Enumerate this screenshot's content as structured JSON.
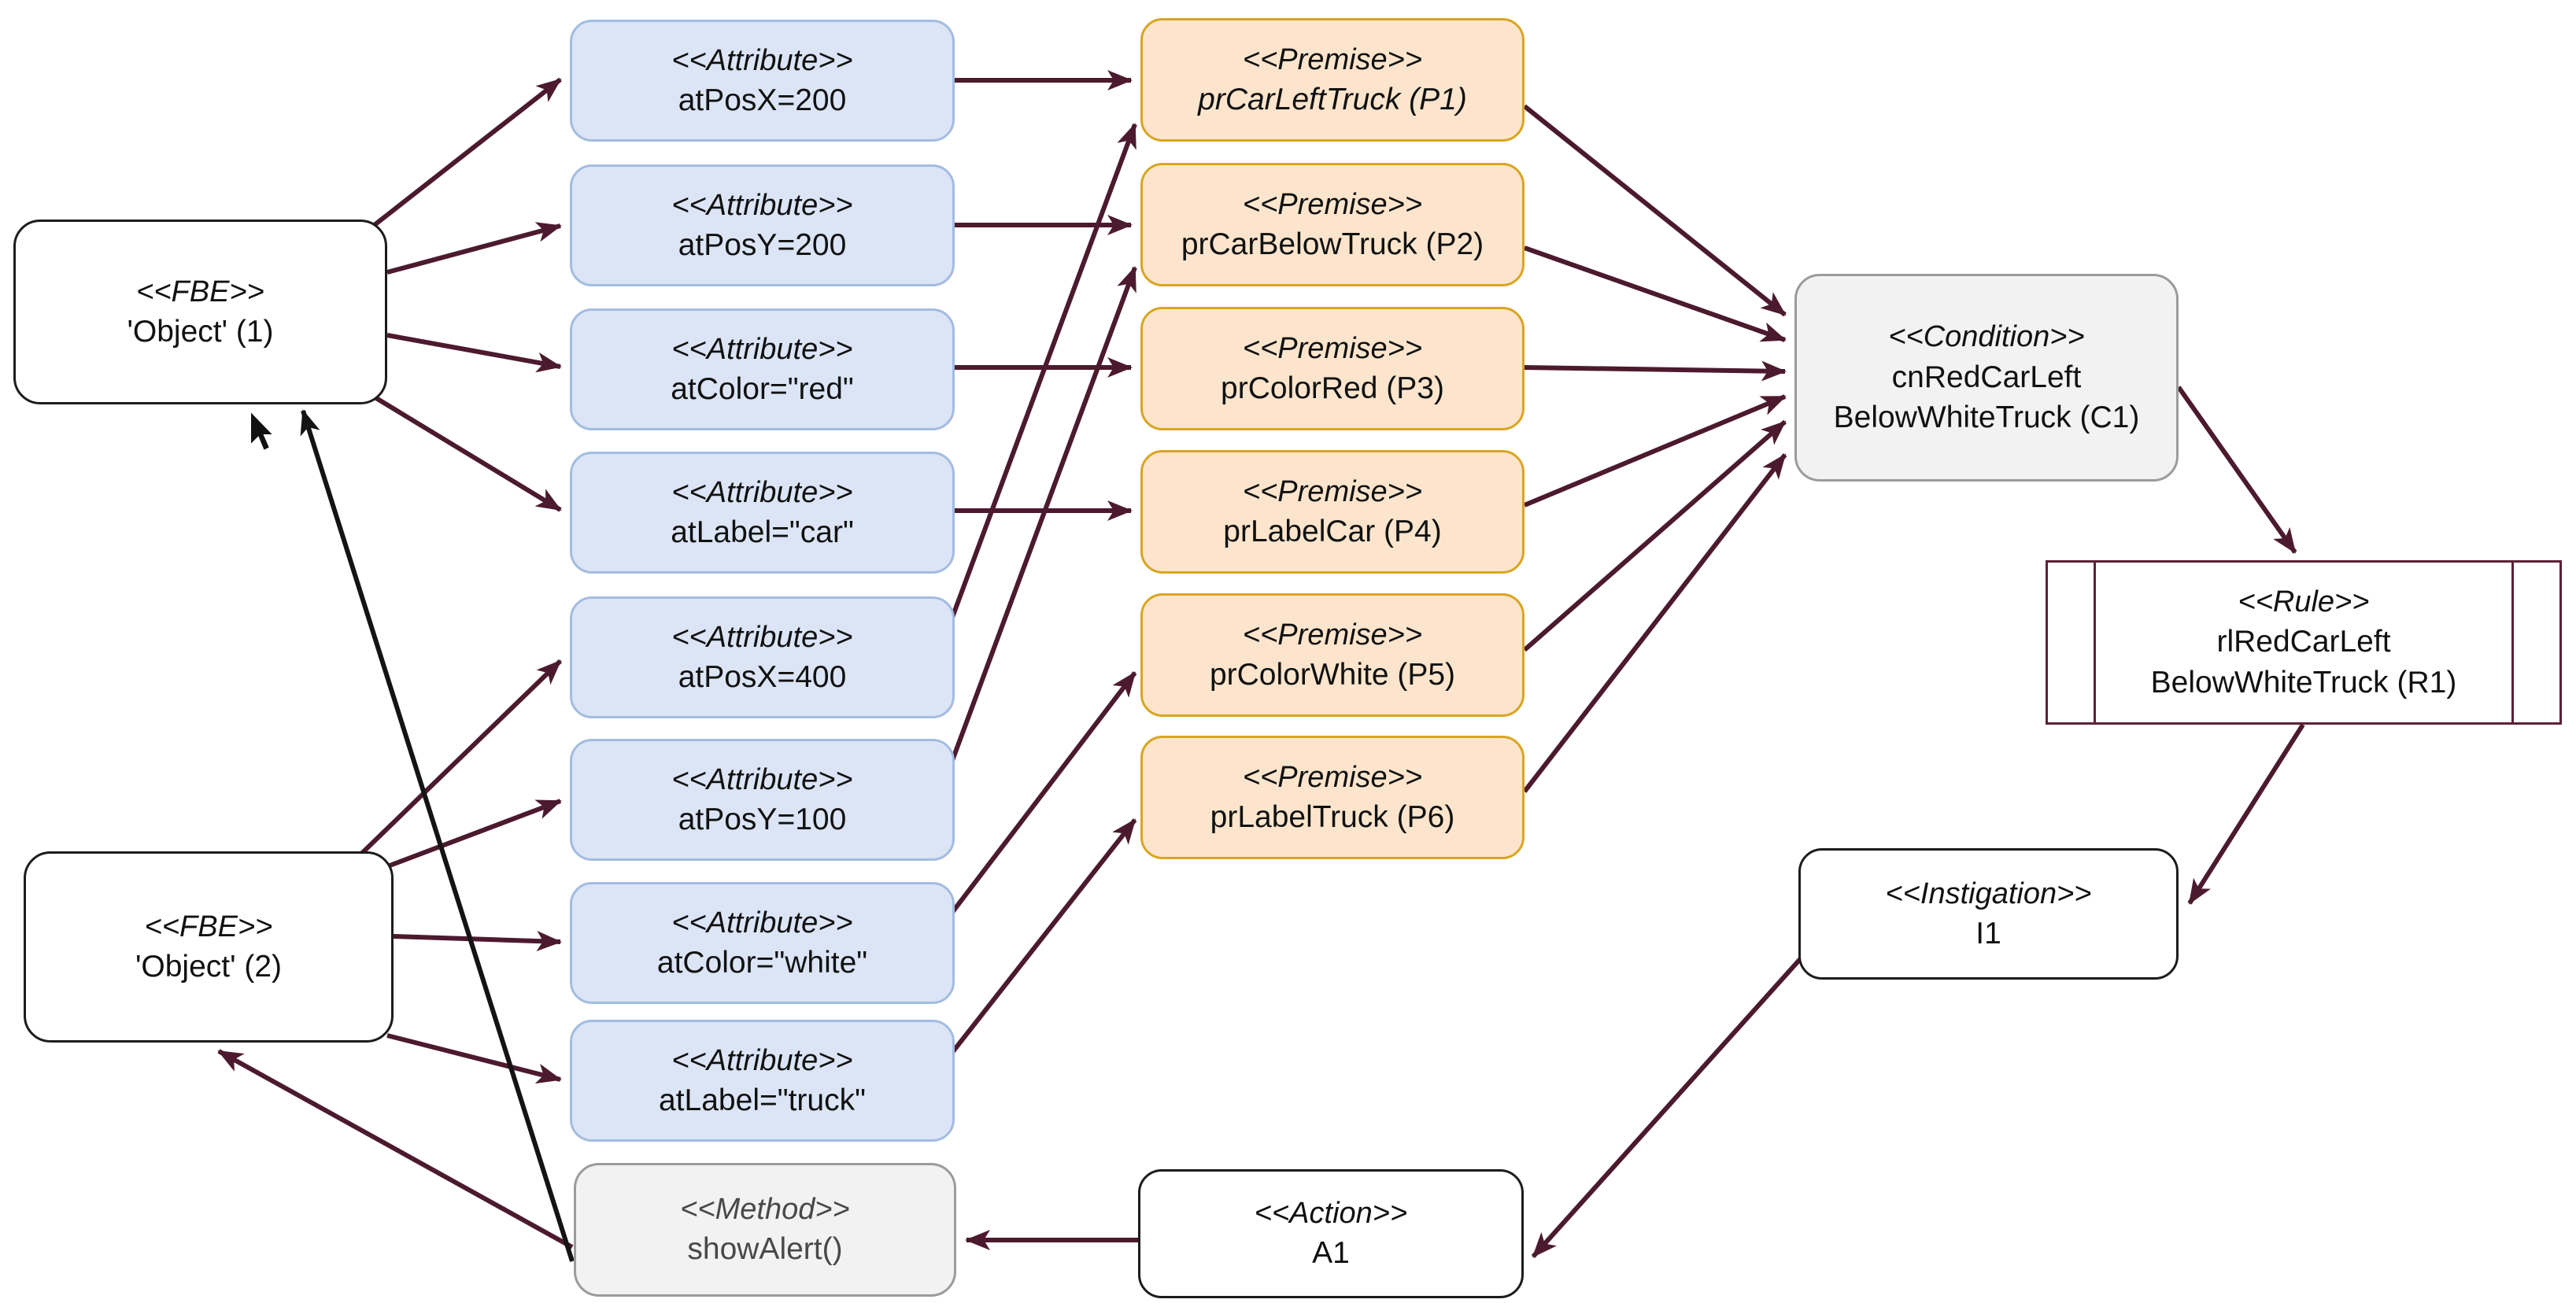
{
  "diagram": {
    "title": "FBE rule diagram: red car left-below white truck",
    "colors": {
      "arrow": "#4c1a2e",
      "arrow_black": "#141414",
      "attribute_fill": "#dbe5f6",
      "attribute_border": "#a3bce0",
      "premise_fill": "#fce5cc",
      "premise_border": "#d9a521",
      "neutral_fill": "#f2f2f2",
      "neutral_border": "#9b9b9b",
      "rule_border": "#5c2136",
      "node_border": "#1c1c1c"
    },
    "nodes": {
      "fbe1": {
        "stereotype": "<<FBE>>",
        "name": "'Object' (1)"
      },
      "fbe2": {
        "stereotype": "<<FBE>>",
        "name": "'Object' (2)"
      },
      "at1": {
        "stereotype": "<<Attribute>>",
        "name": "atPosX=200"
      },
      "at2": {
        "stereotype": "<<Attribute>>",
        "name": "atPosY=200"
      },
      "at3": {
        "stereotype": "<<Attribute>>",
        "name": "atColor=\"red\""
      },
      "at4": {
        "stereotype": "<<Attribute>>",
        "name": "atLabel=\"car\""
      },
      "at5": {
        "stereotype": "<<Attribute>>",
        "name": "atPosX=400"
      },
      "at6": {
        "stereotype": "<<Attribute>>",
        "name": "atPosY=100"
      },
      "at7": {
        "stereotype": "<<Attribute>>",
        "name": "atColor=\"white\""
      },
      "at8": {
        "stereotype": "<<Attribute>>",
        "name": "atLabel=\"truck\""
      },
      "pr1": {
        "stereotype": "<<Premise>>",
        "name": "prCarLeftTruck (P1)"
      },
      "pr2": {
        "stereotype": "<<Premise>>",
        "name": "prCarBelowTruck (P2)"
      },
      "pr3": {
        "stereotype": "<<Premise>>",
        "name": "prColorRed (P3)"
      },
      "pr4": {
        "stereotype": "<<Premise>>",
        "name": "prLabelCar (P4)"
      },
      "pr5": {
        "stereotype": "<<Premise>>",
        "name": "prColorWhite (P5)"
      },
      "pr6": {
        "stereotype": "<<Premise>>",
        "name": "prLabelTruck (P6)"
      },
      "condition": {
        "stereotype": "<<Condition>>",
        "name": "cnRedCarLeft BelowWhiteTruck (C1)"
      },
      "rule": {
        "stereotype": "<<Rule>>",
        "name": "rlRedCarLeft BelowWhiteTruck (R1)"
      },
      "instigation": {
        "stereotype": "<<Instigation>>",
        "name": "I1"
      },
      "action": {
        "stereotype": "<<Action>>",
        "name": "A1"
      },
      "method": {
        "stereotype": "<<Method>>",
        "name": "showAlert()"
      }
    },
    "edges": [
      {
        "from": "fbe1",
        "to": "at1"
      },
      {
        "from": "fbe1",
        "to": "at2"
      },
      {
        "from": "fbe1",
        "to": "at3"
      },
      {
        "from": "fbe1",
        "to": "at4"
      },
      {
        "from": "fbe2",
        "to": "at5"
      },
      {
        "from": "fbe2",
        "to": "at6"
      },
      {
        "from": "fbe2",
        "to": "at7"
      },
      {
        "from": "fbe2",
        "to": "at8"
      },
      {
        "from": "at1",
        "to": "pr1"
      },
      {
        "from": "at2",
        "to": "pr2"
      },
      {
        "from": "at3",
        "to": "pr3"
      },
      {
        "from": "at4",
        "to": "pr4"
      },
      {
        "from": "at5",
        "to": "pr1"
      },
      {
        "from": "at6",
        "to": "pr2"
      },
      {
        "from": "at7",
        "to": "pr5"
      },
      {
        "from": "at8",
        "to": "pr6"
      },
      {
        "from": "pr1",
        "to": "condition"
      },
      {
        "from": "pr2",
        "to": "condition"
      },
      {
        "from": "pr3",
        "to": "condition"
      },
      {
        "from": "pr4",
        "to": "condition"
      },
      {
        "from": "pr5",
        "to": "condition"
      },
      {
        "from": "pr6",
        "to": "condition"
      },
      {
        "from": "condition",
        "to": "rule"
      },
      {
        "from": "rule",
        "to": "instigation"
      },
      {
        "from": "instigation",
        "to": "action"
      },
      {
        "from": "action",
        "to": "method"
      },
      {
        "from": "method",
        "to": "fbe2"
      },
      {
        "from": "method",
        "to": "fbe1"
      }
    ]
  }
}
